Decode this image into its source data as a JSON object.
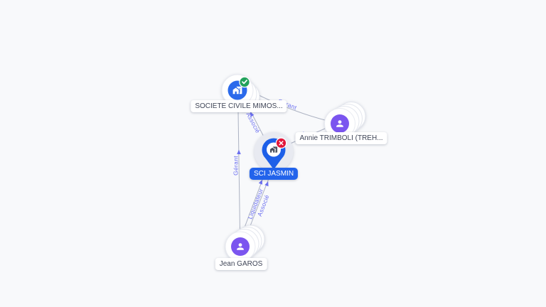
{
  "canvas": {
    "background": "#f8f9fb",
    "type": "company-relationship-graph"
  },
  "colors": {
    "edge_line": "#99a0b4",
    "edge_label": "#6b6ff0",
    "company_blue": "#2b6aeb",
    "person_purple": "#7b55ef",
    "pin_blue": "#1d5fe8",
    "selected_label_blue": "#2263eb",
    "active_badge_green": "#22a25c",
    "closed_badge_red": "#e1173b",
    "label_text": "#3e4456"
  },
  "nodes": [
    {
      "id": "societe-civile-mimos",
      "label": "SOCIETE CIVILE MIMOS...",
      "type": "company",
      "badge": "check"
    },
    {
      "id": "annie-trimboli",
      "label": "Annie TRIMBOLI (TREH...",
      "type": "person",
      "badge": null
    },
    {
      "id": "sci-jasmin",
      "label": "SCI JASMIN",
      "type": "company",
      "badge": "cross",
      "selected": true
    },
    {
      "id": "jean-garos",
      "label": "Jean GAROS",
      "type": "person",
      "badge": null
    }
  ],
  "edges": [
    {
      "from": "jean-garos",
      "to": "societe-civile-mimos",
      "label": "Gérant"
    },
    {
      "from": "annie-trimboli",
      "to": "societe-civile-mimos",
      "label": "Gérant"
    },
    {
      "from": "sci-jasmin",
      "to": "societe-civile-mimos",
      "label": "Associé"
    },
    {
      "from": "jean-garos",
      "to": "sci-jasmin",
      "label": "Liquidateur"
    },
    {
      "from": "jean-garos",
      "to": "sci-jasmin",
      "label": "Associé"
    },
    {
      "from": "annie-trimboli",
      "to": "sci-jasmin",
      "label": ""
    }
  ]
}
